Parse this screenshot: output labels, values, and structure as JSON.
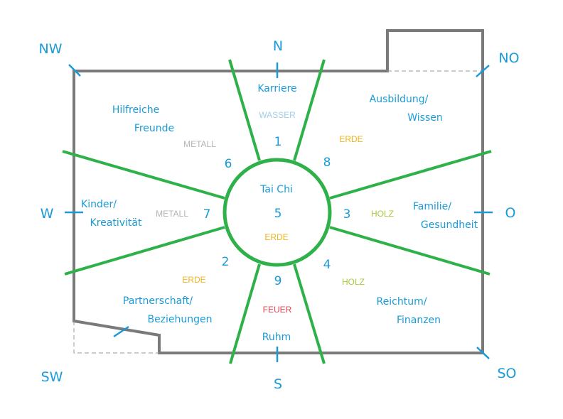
{
  "colors": {
    "blue": "#1a9bd7",
    "green": "#2fb14a",
    "gray": "#7a7a7a",
    "water": "#9ecfe6",
    "earth": "#f2b31f",
    "metal": "#b4b4b4",
    "wood": "#a9c93b",
    "fire": "#e2474e"
  },
  "directions": {
    "n": "N",
    "no": "NO",
    "o": "O",
    "so": "SO",
    "s": "S",
    "sw": "SW",
    "w": "W",
    "nw": "NW"
  },
  "center": {
    "title": "Tai Chi",
    "number": "5",
    "element": "ERDE"
  },
  "zones": {
    "north": {
      "number": "1",
      "label": "Karriere",
      "element": "WASSER"
    },
    "northeast": {
      "number": "8",
      "label_1": "Ausbildung/",
      "label_2": "Wissen",
      "element": "ERDE"
    },
    "east": {
      "number": "3",
      "label_1": "Familie/",
      "label_2": "Gesundheit",
      "element": "HOLZ"
    },
    "southeast": {
      "number": "4",
      "label_1": "Reichtum/",
      "label_2": "Finanzen",
      "element": "HOLZ"
    },
    "south": {
      "number": "9",
      "label": "Ruhm",
      "element": "FEUER"
    },
    "southwest": {
      "number": "2",
      "label_1": "Partnerschaft/",
      "label_2": "Beziehungen",
      "element": "ERDE"
    },
    "west": {
      "number": "7",
      "label_1": "Kinder/",
      "label_2": "Kreativität",
      "element": "METALL"
    },
    "northwest": {
      "number": "6",
      "label_1": "Hilfreiche",
      "label_2": "Freunde",
      "element": "METALL"
    }
  }
}
